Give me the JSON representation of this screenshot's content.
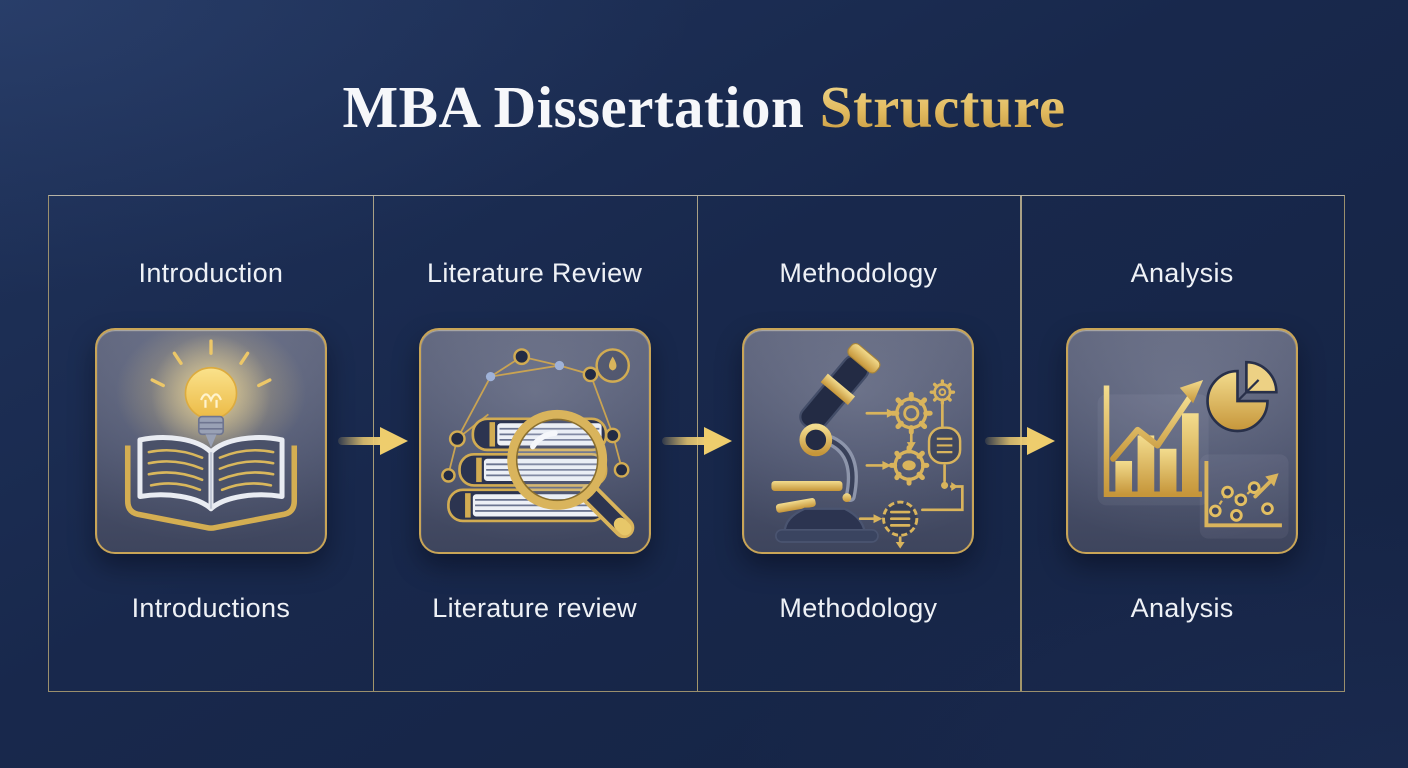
{
  "title": {
    "main": "MBA Dissertation",
    "accent": "Structure"
  },
  "columns": [
    {
      "id": "introduction",
      "top_label": "Introduction",
      "bottom_label": "Introductions",
      "icon": "open-book-lightbulb-icon"
    },
    {
      "id": "literature-review",
      "top_label": "Literature Review",
      "bottom_label": "Literature review",
      "icon": "books-magnifying-glass-icon"
    },
    {
      "id": "methodology",
      "top_label": "Methodology",
      "bottom_label": "Methodology",
      "icon": "microscope-gears-icon"
    },
    {
      "id": "analysis",
      "top_label": "Analysis",
      "bottom_label": "Analysis",
      "icon": "bar-pie-scatter-charts-icon"
    }
  ],
  "flow": {
    "arrow_count": 3,
    "direction": "left-to-right"
  },
  "colors": {
    "background": "#18284c",
    "title_main": "#f6f7fa",
    "title_accent": "#e0ba5e",
    "grid_border": "#9a8f6d",
    "card_border": "#c9a557",
    "gold": "#d9b45c",
    "label_text": "#eef1f6"
  }
}
